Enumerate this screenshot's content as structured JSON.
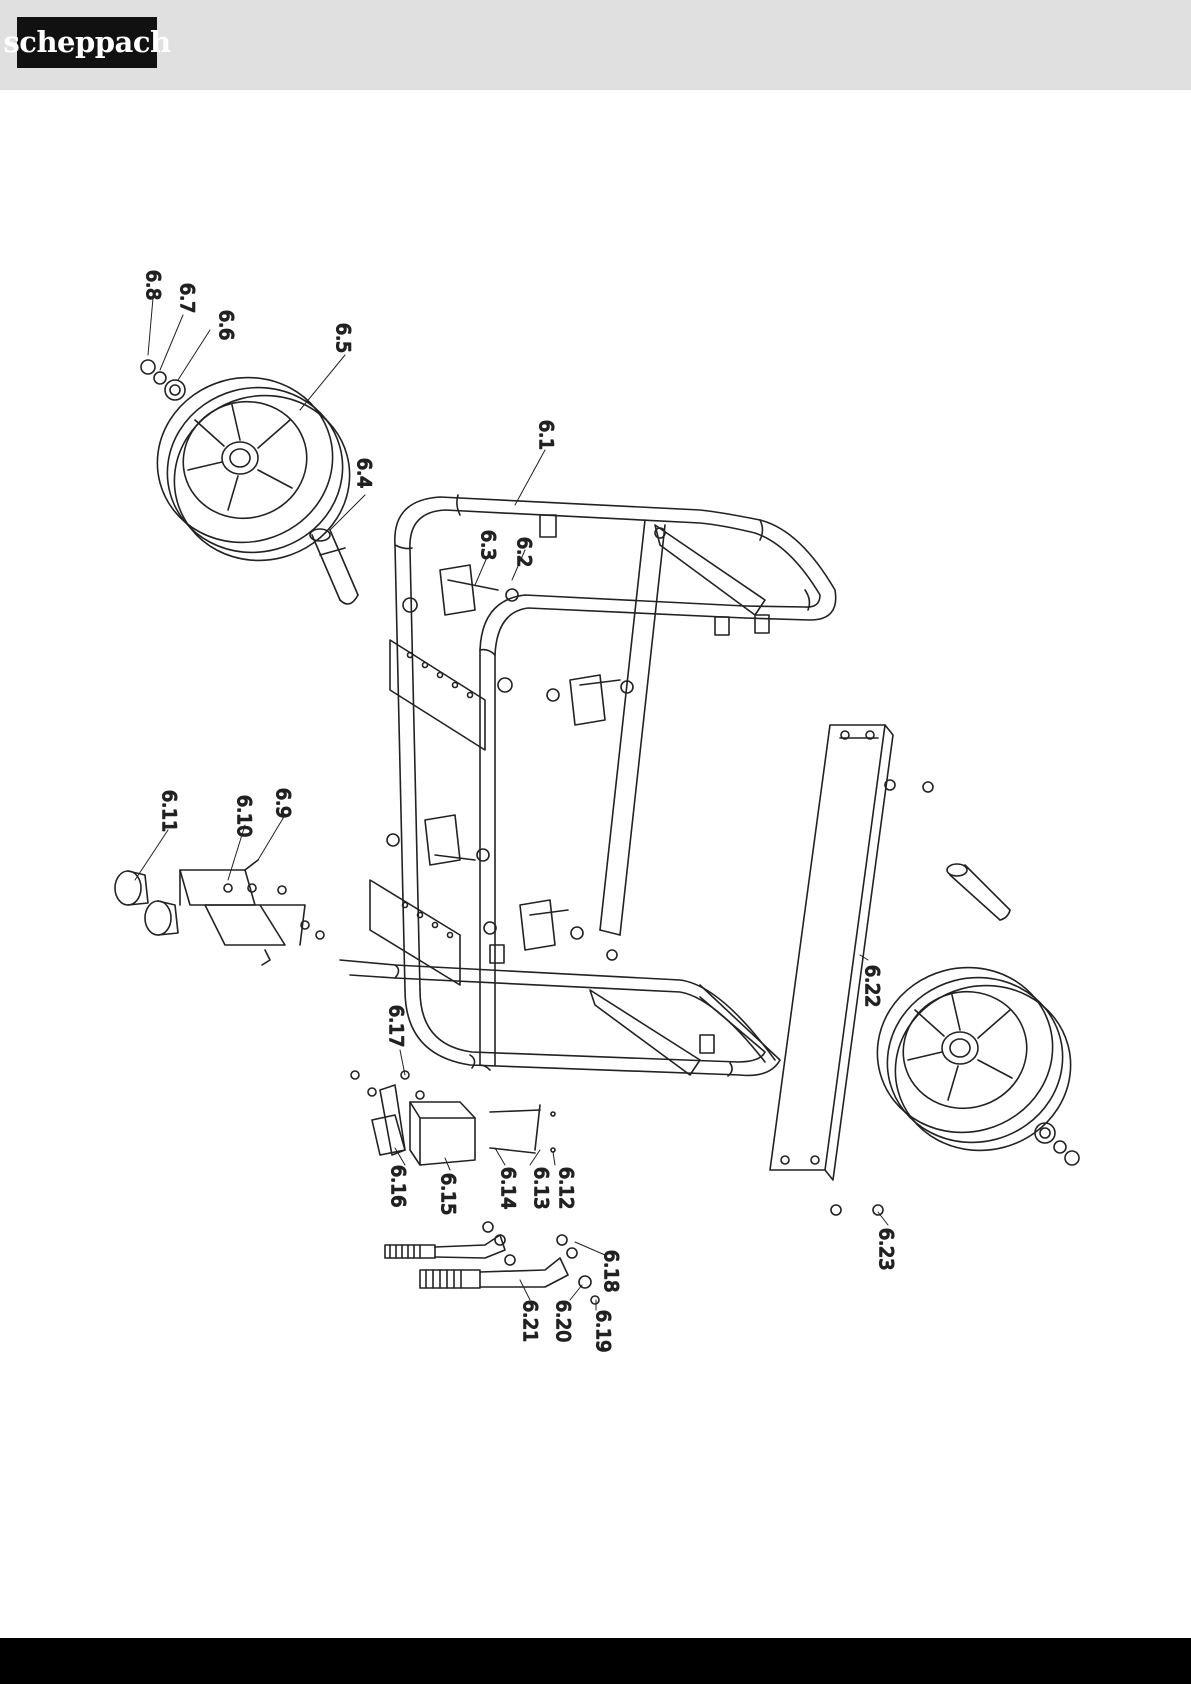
{
  "header": {
    "brand": "scheppach",
    "background": "#e0e0e0"
  },
  "footer": {
    "background": "#000000"
  },
  "diagram": {
    "part_labels": [
      "6.1",
      "6.2",
      "6.3",
      "6.4",
      "6.5",
      "6.6",
      "6.7",
      "6.8",
      "6.9",
      "6.10",
      "6.11",
      "6.12",
      "6.13",
      "6.14",
      "6.15",
      "6.16",
      "6.17",
      "6.18",
      "6.19",
      "6.20",
      "6.21",
      "6.22",
      "6.23"
    ]
  }
}
